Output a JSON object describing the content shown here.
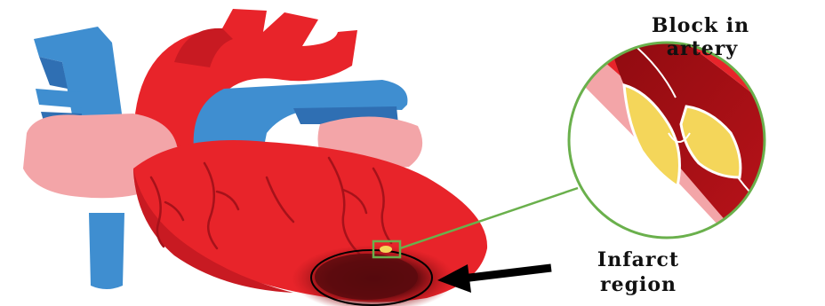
{
  "labels": {
    "block_line1": "Block in",
    "block_line2": "artery",
    "infarct_line1": "Infarct",
    "infarct_line2": "region"
  },
  "colors": {
    "heart_red": "#e8242a",
    "heart_dark": "#c81a22",
    "vessel_blue": "#3f8ed0",
    "vessel_blue_dark": "#2f6fb3",
    "atrium_pink": "#f3a5a8",
    "callout_green": "#6ab04c",
    "plaque_yellow": "#f4d65a",
    "infarct_dark": "#5a0b0e",
    "arrow_black": "#000000"
  }
}
